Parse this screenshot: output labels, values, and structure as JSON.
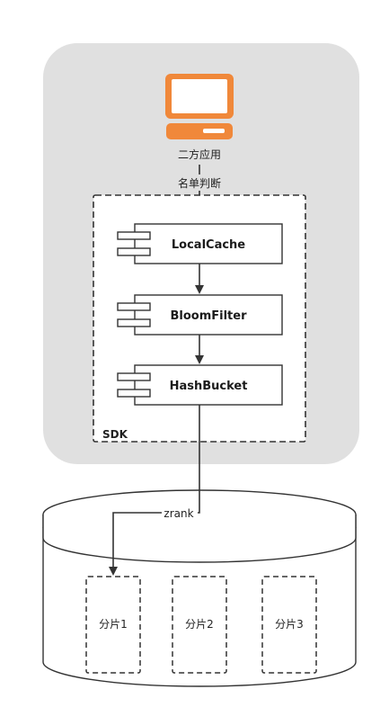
{
  "client": {
    "label": "二方应用",
    "icon": "computer-terminal-icon",
    "icon_color": "#f0883a"
  },
  "edge_client_to_sdk": {
    "label": "名单判断"
  },
  "sdk": {
    "label": "SDK",
    "components": [
      {
        "label": "LocalCache"
      },
      {
        "label": "BloomFilter"
      },
      {
        "label": "HashBucket"
      }
    ]
  },
  "edge_sdk_to_storage": {
    "label": "zrank"
  },
  "storage": {
    "icon": "database-cylinder-icon",
    "shards": [
      {
        "label": "分片1"
      },
      {
        "label": "分片2"
      },
      {
        "label": "分片3"
      }
    ]
  },
  "colors": {
    "panel_background": "#e0e0e0",
    "accent_orange": "#f0883a",
    "stroke": "#333333"
  }
}
